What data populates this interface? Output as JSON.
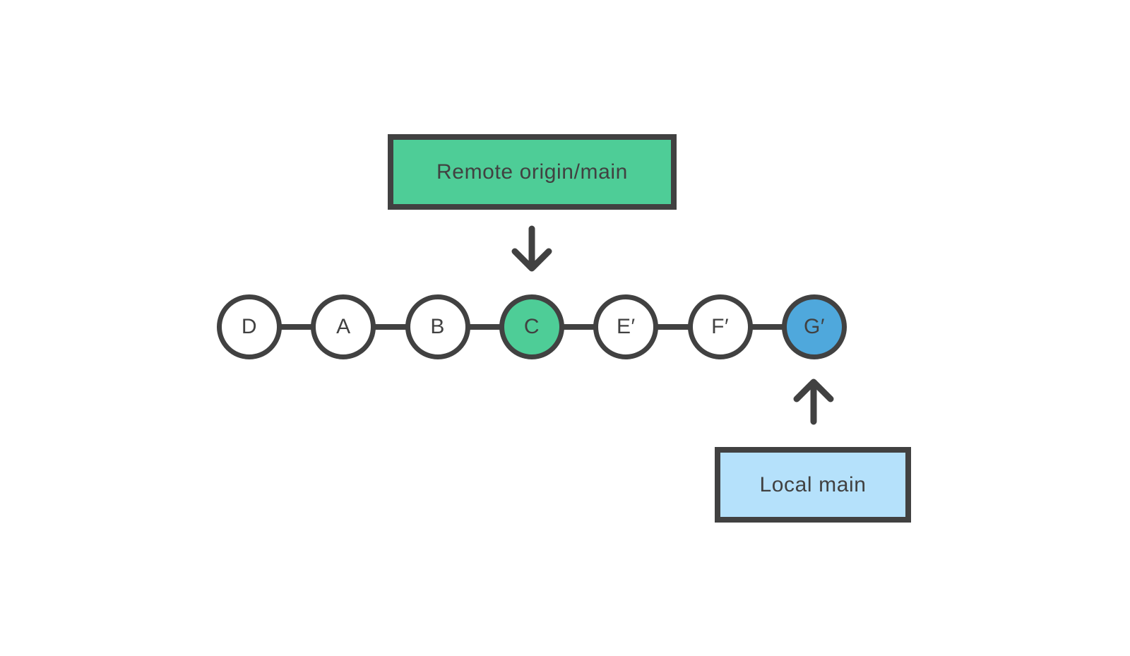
{
  "colors": {
    "dark": "#414141",
    "green": "#4ECD97",
    "blue": "#4FA8DC",
    "lightblue": "#B5E1FB",
    "white": "#FFFFFF"
  },
  "labels": {
    "remote": "Remote origin/main",
    "local": "Local main"
  },
  "commits": [
    {
      "label": "D",
      "fill": "white"
    },
    {
      "label": "A",
      "fill": "white"
    },
    {
      "label": "B",
      "fill": "white"
    },
    {
      "label": "C",
      "fill": "green"
    },
    {
      "label": "E′",
      "fill": "white"
    },
    {
      "label": "F′",
      "fill": "white"
    },
    {
      "label": "G′",
      "fill": "blue"
    }
  ],
  "icons": {
    "down_arrow": "down-arrow-icon",
    "up_arrow": "up-arrow-icon"
  }
}
